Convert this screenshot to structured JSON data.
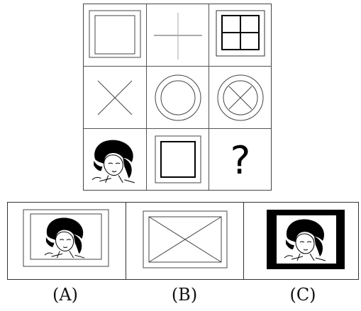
{
  "puzzle": {
    "cells": [
      {
        "id": "r1c1",
        "shape": "rectangle-inside-rectangle"
      },
      {
        "id": "r1c2",
        "shape": "plus-cross"
      },
      {
        "id": "r1c3",
        "shape": "four-pane-window"
      },
      {
        "id": "r2c1",
        "shape": "x-cross"
      },
      {
        "id": "r2c2",
        "shape": "concentric-circles"
      },
      {
        "id": "r2c3",
        "shape": "circle-with-x"
      },
      {
        "id": "r3c1",
        "shape": "girl-portrait"
      },
      {
        "id": "r3c2",
        "shape": "square-in-square"
      },
      {
        "id": "r3c3",
        "shape": "question-mark",
        "text": "?"
      }
    ]
  },
  "options": [
    {
      "label": "(A)",
      "shape": "framed-girl-portrait"
    },
    {
      "label": "(B)",
      "shape": "framed-rectangle-with-x"
    },
    {
      "label": "(C)",
      "shape": "black-framed-girl-portrait"
    }
  ]
}
